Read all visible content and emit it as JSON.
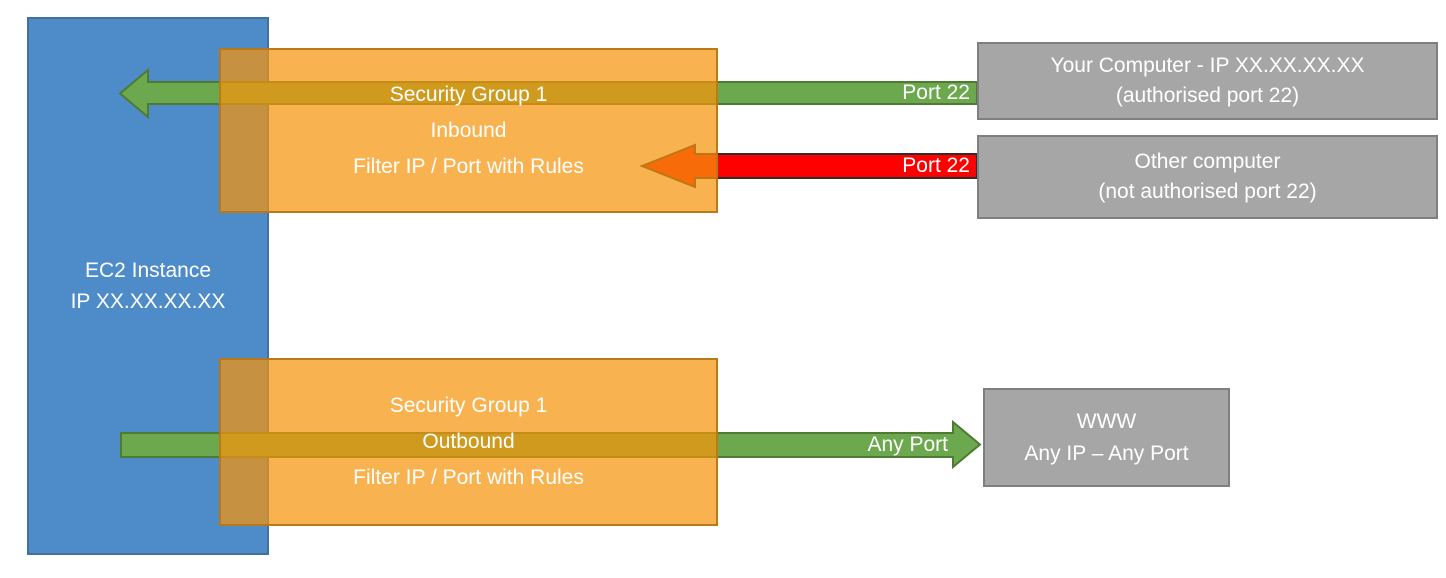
{
  "diagram": {
    "ec2": {
      "line1": "EC2 Instance",
      "line2": "IP XX.XX.XX.XX"
    },
    "sg_inbound": {
      "line1": "Security Group 1",
      "line2": "Inbound",
      "line3": "Filter IP / Port with Rules"
    },
    "sg_outbound": {
      "line1": "Security Group 1",
      "line2": "Outbound",
      "line3": "Filter IP / Port with Rules"
    },
    "your_computer": {
      "line1": "Your Computer - IP XX.XX.XX.XX",
      "line2": "(authorised port 22)"
    },
    "other_computer": {
      "line1": "Other computer",
      "line2": "(not authorised port 22)"
    },
    "www": {
      "line1": "WWW",
      "line2": "Any IP – Any Port"
    },
    "arrows": {
      "inbound_allowed_label": "Port 22",
      "inbound_blocked_label": "Port 22",
      "outbound_label": "Any Port"
    },
    "colors": {
      "ec2_blue": "#4e8bc9",
      "ec2_blue_border": "#41719c",
      "security_group_orange": "#f5940d",
      "security_group_orange_border": "#b77716",
      "allowed_green": "#6ca84d",
      "allowed_green_border": "#4e7a31",
      "blocked_red": "#ff0000",
      "blocked_red_border": "#2e2e2e",
      "endpoint_gray": "#a6a6a6",
      "endpoint_gray_border": "#7f7f7f"
    }
  }
}
